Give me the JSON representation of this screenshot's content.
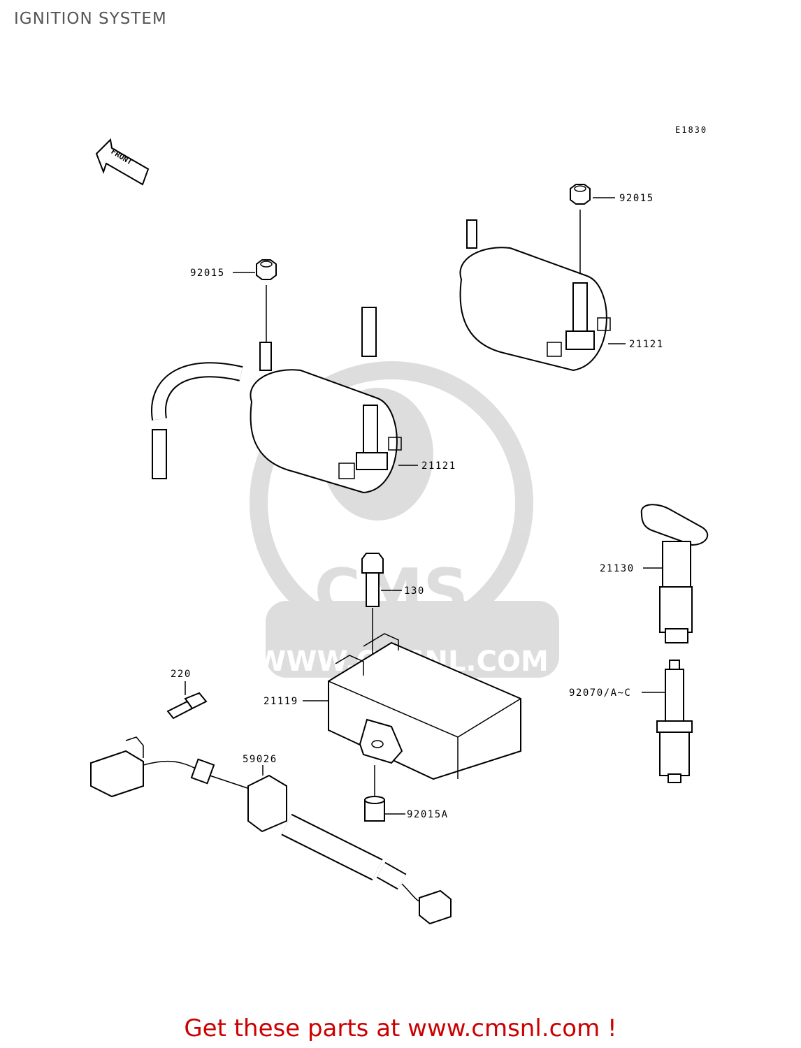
{
  "title": "IGNITION SYSTEM",
  "diagram_code": "E1830",
  "front_label": "FRONT",
  "watermark": {
    "brand": "CMS",
    "url": "WWW.CMSNL.COM"
  },
  "parts": [
    {
      "ref": "92015",
      "name": "nut-92015-right"
    },
    {
      "ref": "92015",
      "name": "nut-92015-left"
    },
    {
      "ref": "21121",
      "name": "ignition-coil-right"
    },
    {
      "ref": "21121",
      "name": "ignition-coil-left"
    },
    {
      "ref": "21130",
      "name": "spark-plug-cap"
    },
    {
      "ref": "130",
      "name": "bolt-130"
    },
    {
      "ref": "220",
      "name": "screw-220"
    },
    {
      "ref": "21119",
      "name": "igniter-unit"
    },
    {
      "ref": "92070/A~C",
      "name": "spark-plug"
    },
    {
      "ref": "59026",
      "name": "clamp-59026"
    },
    {
      "ref": "92015A",
      "name": "collar-92015A"
    }
  ],
  "footer": {
    "text": "Get these parts at www.cmsnl.com !"
  }
}
